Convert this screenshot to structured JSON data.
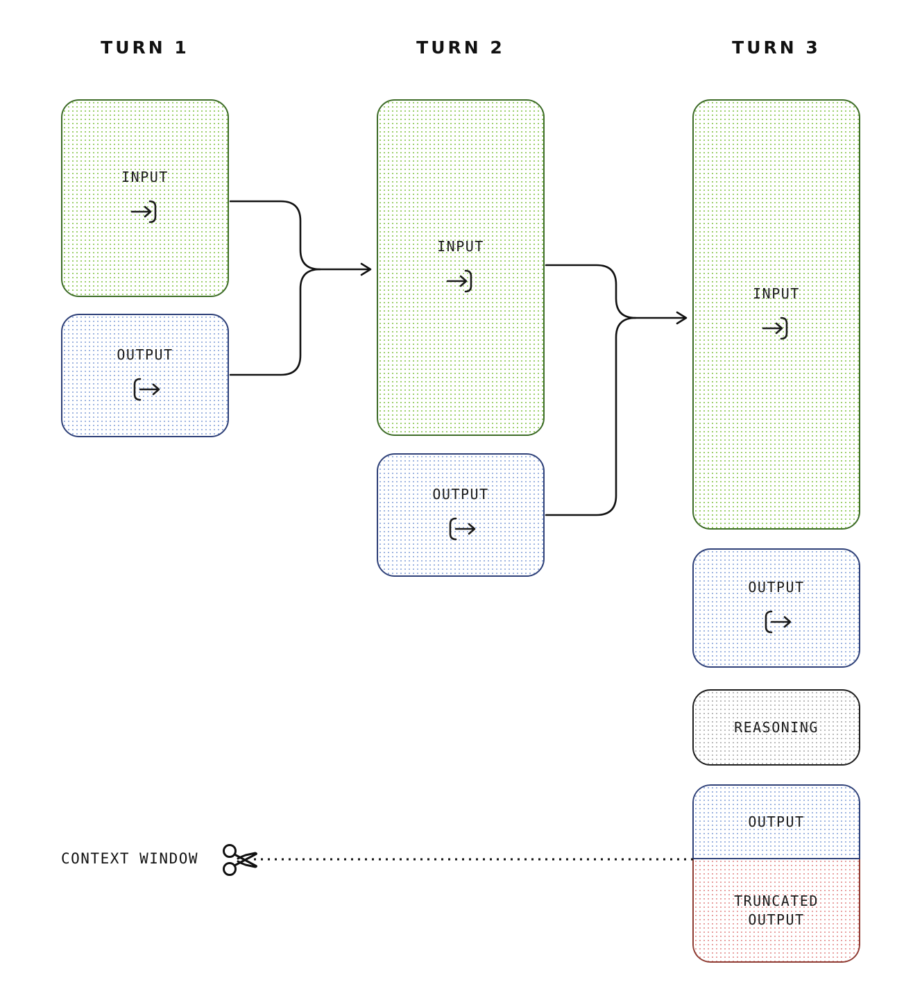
{
  "diagram": {
    "title_row": [
      {
        "label": "TURN 1"
      },
      {
        "label": "TURN 2"
      },
      {
        "label": "TURN 3"
      }
    ],
    "colors": {
      "input_fill_dot": "#9ccf6b",
      "input_border": "#3c6b26",
      "output_fill_dot": "#9db4e0",
      "output_border": "#2d3f77",
      "reasoning_fill_dot": "#b9b9b9",
      "reasoning_border": "#1c1c1c",
      "truncated_fill_dot": "#e8a0a0",
      "truncated_border": "#8e3b32",
      "connector": "#111111",
      "text": "#1a1a1a"
    },
    "icons": {
      "input_glyph": "arrow-into-bracket",
      "output_glyph": "bracket-into-arrow",
      "scissors_glyph": "scissors-icon"
    },
    "turns": [
      {
        "name": "turn-1",
        "blocks": [
          {
            "kind": "input",
            "label": "INPUT",
            "icon": "arrow-into-bracket"
          },
          {
            "kind": "output",
            "label": "OUTPUT",
            "icon": "bracket-into-arrow"
          }
        ]
      },
      {
        "name": "turn-2",
        "blocks": [
          {
            "kind": "input",
            "label": "INPUT",
            "icon": "arrow-into-bracket"
          },
          {
            "kind": "output",
            "label": "OUTPUT",
            "icon": "bracket-into-arrow"
          }
        ]
      },
      {
        "name": "turn-3",
        "blocks": [
          {
            "kind": "input",
            "label": "INPUT",
            "icon": "arrow-into-bracket"
          },
          {
            "kind": "output",
            "label": "OUTPUT",
            "icon": "bracket-into-arrow"
          },
          {
            "kind": "reasoning",
            "label": "REASONING",
            "icon": ""
          },
          {
            "kind": "output-split-top",
            "label": "OUTPUT"
          },
          {
            "kind": "output-split-bottom",
            "label": "TRUNCATED\nOUTPUT"
          }
        ]
      }
    ],
    "context_window": {
      "label": "CONTEXT WINDOW",
      "scissors": "✂"
    }
  }
}
